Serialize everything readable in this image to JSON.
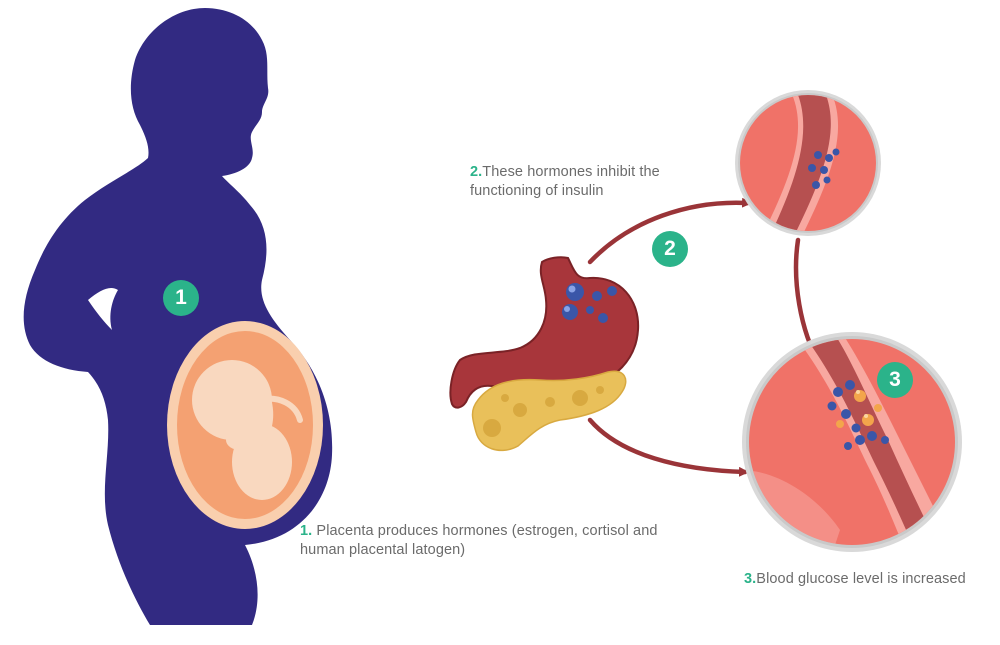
{
  "steps": [
    {
      "number": "1",
      "caption_num": "1.",
      "caption_text": " Placenta produces hormones (estrogen, cortisol and human placental latogen)"
    },
    {
      "number": "2",
      "caption_num": "2.",
      "caption_text": "These hormones inhibit the functioning of insulin"
    },
    {
      "number": "3",
      "caption_num": "3.",
      "caption_text": "Blood glucose level is increased"
    }
  ],
  "colors": {
    "silhouette": "#322a82",
    "womb_skin": "#f9cfae",
    "fetus": "#f9d8bf",
    "amniotic": "#f4a172",
    "stomach": "#a8363b",
    "pancreas": "#e9c05a",
    "vessel": "#b65050",
    "tissue": "#f07268",
    "lens_ring": "#c9c9c9",
    "arrow": "#9a3438",
    "accent_green": "#2bb38a",
    "hormone_blue": "#3a56a8",
    "glucose_orange": "#f3a54b",
    "caption_text": "#6b6b6b"
  },
  "icons": [
    "pregnant-woman-silhouette-icon",
    "fetus-icon",
    "stomach-icon",
    "pancreas-icon",
    "blood-vessel-lens-icon"
  ]
}
